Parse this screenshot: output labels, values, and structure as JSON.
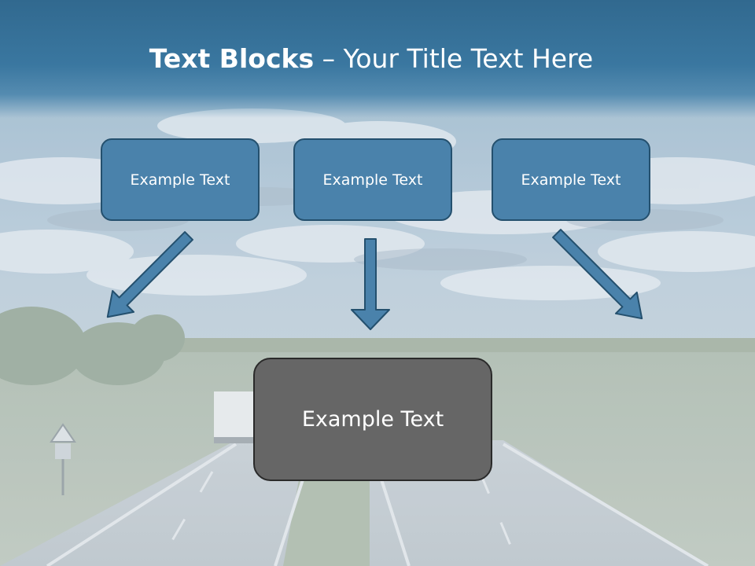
{
  "title": {
    "bold": "Text Blocks",
    "dash": " – ",
    "rest": "Your Title Text Here"
  },
  "boxes": {
    "left": "Example Text",
    "middle": "Example Text",
    "right": "Example Text",
    "center": "Example Text"
  },
  "colors": {
    "title_bar": "#3a77a0",
    "box_fill": "#4a82ab",
    "box_border": "#24506e",
    "center_fill": "#666666",
    "arrow_fill": "#4a82ab"
  },
  "icons": {
    "arrows": [
      "arrow-down-right-icon",
      "arrow-down-icon",
      "arrow-down-left-icon"
    ],
    "background": "highway-sky-photo"
  }
}
